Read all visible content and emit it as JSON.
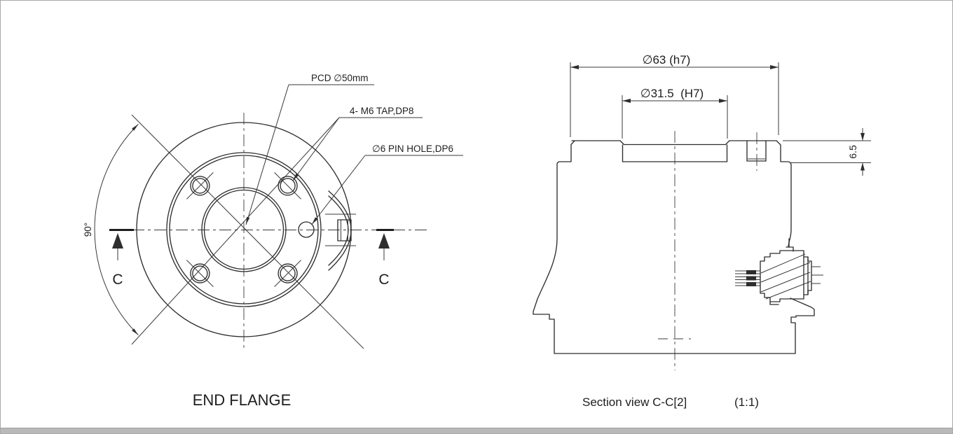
{
  "drawing": {
    "flange": {
      "title": "END FLANGE",
      "label_pcd": "PCD ∅50mm",
      "label_tap": "4- M6 TAP,DP8",
      "label_pin": "∅6 PIN HOLE,DP6",
      "label_angle": "90°",
      "section_letter": "C"
    },
    "section": {
      "title": "Section view C-C[2]",
      "scale_label": "(1:1)",
      "dim_outer_diameter": "∅63 (h7)",
      "dim_bore_diameter": "∅31.5  (H7)",
      "dim_flange_depth": "6.5"
    },
    "colors": {
      "line": "#2e2e2e",
      "background": "#ffffff",
      "footer_bar": "#b9b9b9"
    }
  }
}
